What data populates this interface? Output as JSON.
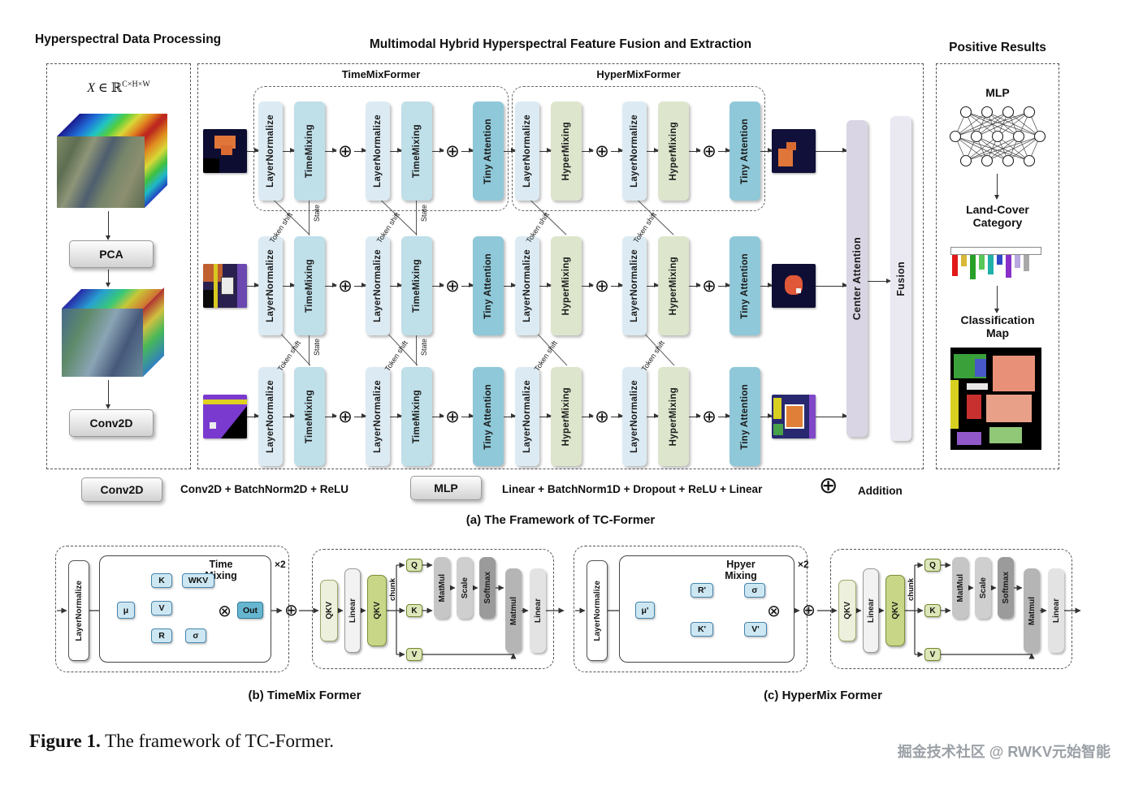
{
  "icons": {
    "addition": "⊕",
    "multiply": "⊗"
  },
  "panels": {
    "left_title": "Hyperspectral Data Processing",
    "middle_title": "Multimodal Hybrid Hyperspectral Feature Fusion and Extraction",
    "right_title": "Positive Results"
  },
  "left_panel": {
    "math_var": "X",
    "math_mid": " ∈ ℝ",
    "math_sup": "C×H×W",
    "pca_label": "PCA",
    "conv2d_label": "Conv2D"
  },
  "middle_panel": {
    "timemix_label": "TimeMixFormer",
    "hypermix_label": "HyperMixFormer",
    "blocks": {
      "ln": "LayerNormalize",
      "tm": "TimeMixing",
      "hm": "HyperMixing",
      "ta": "Tiny Attention"
    },
    "token_shift": "Token shift",
    "state": "State",
    "center_attention": "Center Attention",
    "fusion": "Fusion"
  },
  "right_panel": {
    "mlp_label": "MLP",
    "landcover_label": "Land-Cover Category",
    "classification_label": "Classification Map",
    "landcover_bars": [
      {
        "color": "#e01818",
        "h": 26
      },
      {
        "color": "#d8b838",
        "h": 14
      },
      {
        "color": "#28a028",
        "h": 30
      },
      {
        "color": "#58c858",
        "h": 18
      },
      {
        "color": "#20b0a8",
        "h": 24
      },
      {
        "color": "#3048c8",
        "h": 12
      },
      {
        "color": "#8830c8",
        "h": 28
      },
      {
        "color": "#b8a8e0",
        "h": 16
      },
      {
        "color": "#a8a8a8",
        "h": 20
      }
    ]
  },
  "legend": {
    "conv2d_button": "Conv2D",
    "conv2d_desc": "Conv2D + BatchNorm2D + ReLU",
    "mlp_button": "MLP",
    "mlp_desc": "Linear + BatchNorm1D + Dropout + ReLU + Linear",
    "addition_label": "Addition"
  },
  "captions": {
    "a": "(a) The Framework of TC-Former",
    "b": "(b) TimeMix Former",
    "c": "(c) HyperMix Former",
    "figure_label": "Figure 1.",
    "figure_text": " The framework of TC-Former."
  },
  "timemix": {
    "ln": "LayerNormalize",
    "title": "Time Mixing",
    "x2": "×2",
    "mu": "μ",
    "k": "K",
    "v": "V",
    "r": "R",
    "wkv": "WKV",
    "sigma": "σ",
    "out": "Out"
  },
  "hypermix": {
    "ln": "LayerNormalize",
    "title": "Hpyer Mixing",
    "x2": "×2",
    "mu": "μ'",
    "r": "R'",
    "k": "K'",
    "v": "V'",
    "sigma": "σ"
  },
  "attention": {
    "qkv": "QKV",
    "linear": "Linear",
    "chunk": "chunk",
    "q": "Q",
    "k": "K",
    "v": "V",
    "matmul": "MatMul",
    "scale": "Scale",
    "softmax": "Softmax",
    "matmul2": "Matmul"
  },
  "watermark": "掘金技术社区 @ RWKV元始智能"
}
